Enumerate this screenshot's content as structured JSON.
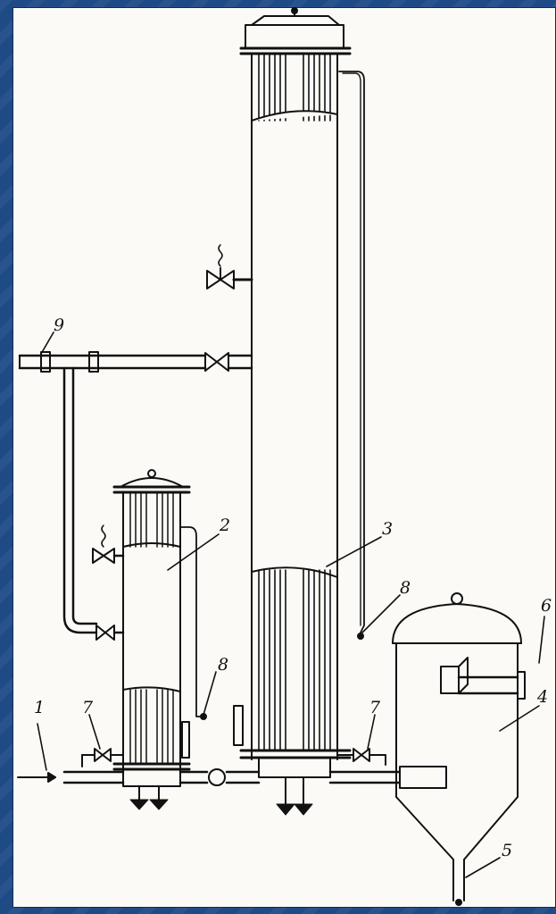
{
  "diagram": {
    "labels": {
      "n1": "1",
      "n2": "2",
      "n3": "3",
      "n4": "4",
      "n5": "5",
      "n6": "6",
      "n7a": "7",
      "n7b": "7",
      "n8a": "8",
      "n8b": "8",
      "n9": "9"
    }
  },
  "colors": {
    "frame": "#1e4a86",
    "paper": "#fbfaf6",
    "ink": "#111111"
  }
}
